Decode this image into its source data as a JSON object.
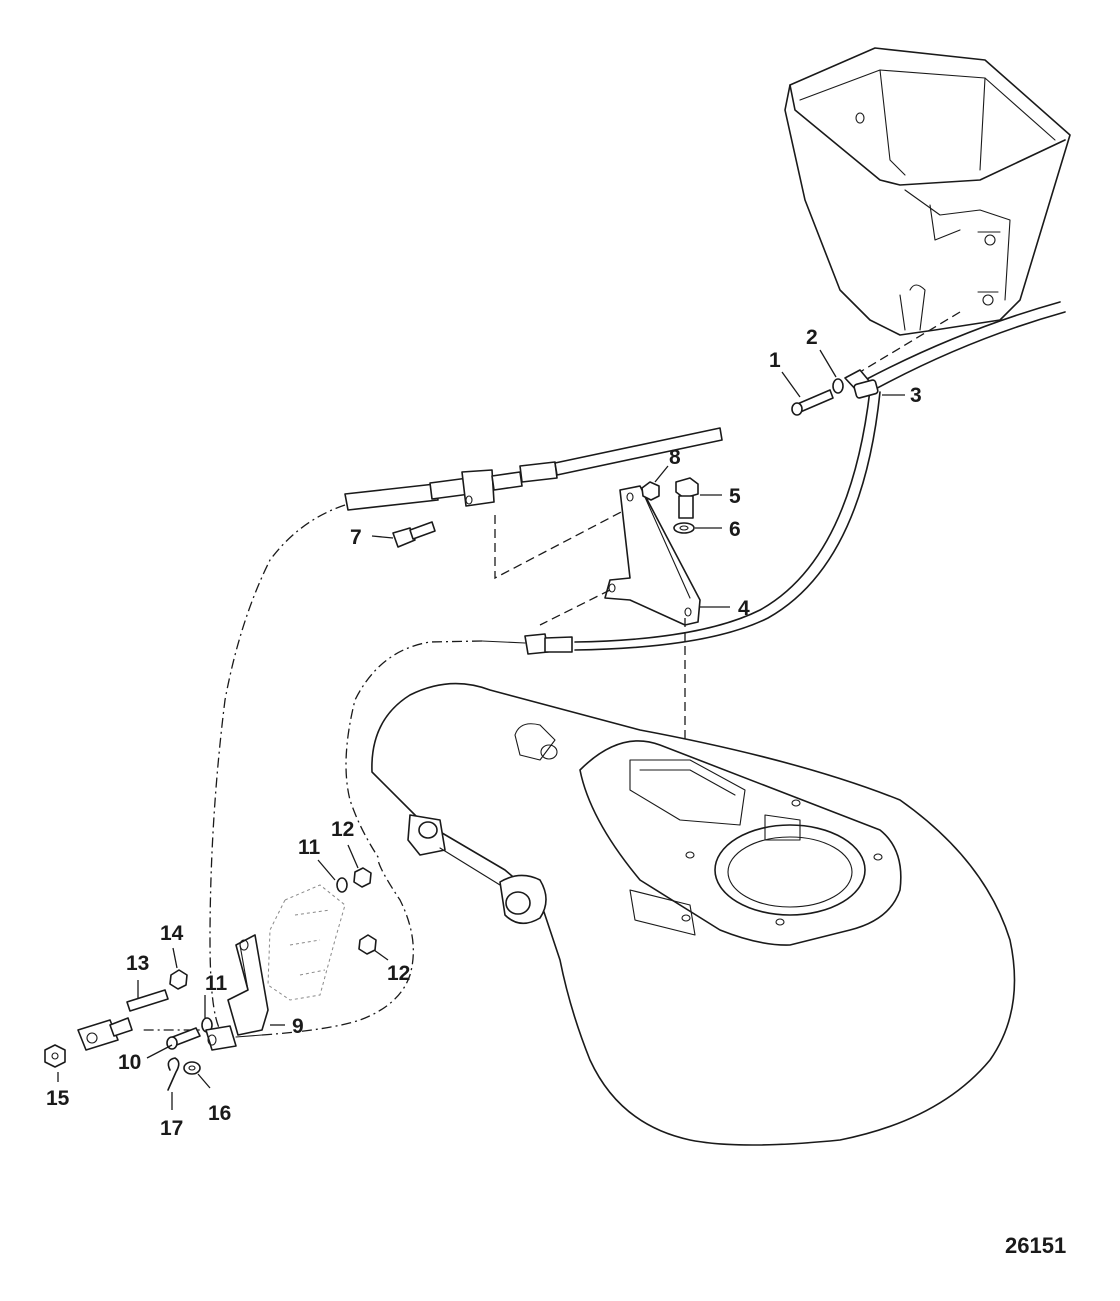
{
  "callouts": [
    {
      "id": "c1",
      "label": "1"
    },
    {
      "id": "c2",
      "label": "2"
    },
    {
      "id": "c3",
      "label": "3"
    },
    {
      "id": "c4",
      "label": "4"
    },
    {
      "id": "c5",
      "label": "5"
    },
    {
      "id": "c6",
      "label": "6"
    },
    {
      "id": "c7",
      "label": "7"
    },
    {
      "id": "c8",
      "label": "8"
    },
    {
      "id": "c9",
      "label": "9"
    },
    {
      "id": "c10",
      "label": "10"
    },
    {
      "id": "c11a",
      "label": "11"
    },
    {
      "id": "c11b",
      "label": "11"
    },
    {
      "id": "c12a",
      "label": "12"
    },
    {
      "id": "c12b",
      "label": "12"
    },
    {
      "id": "c13",
      "label": "13"
    },
    {
      "id": "c14",
      "label": "14"
    },
    {
      "id": "c15",
      "label": "15"
    },
    {
      "id": "c16",
      "label": "16"
    },
    {
      "id": "c17",
      "label": "17"
    }
  ],
  "figure_number": "26151"
}
